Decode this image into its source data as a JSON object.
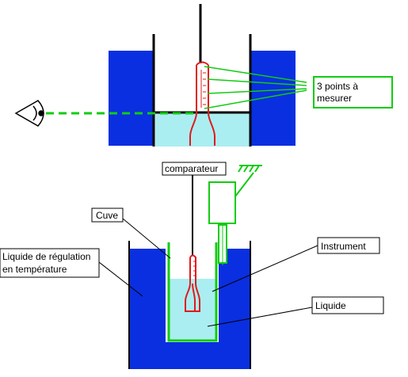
{
  "labels": {
    "points": [
      "3 points à",
      "mesurer"
    ],
    "comparateur": "comparateur",
    "cuve": "Cuve",
    "regulation": [
      "Liquide de régulation",
      "en température"
    ],
    "instrument": "Instrument",
    "liquide": "Liquide"
  },
  "colors": {
    "bath_blue": "#0a2fe0",
    "liquid_cyan": "#aaeef2",
    "thermo_red": "#e11a1a",
    "guide_green": "#11cc11",
    "ink": "#000000"
  },
  "icons": [
    "eye-icon",
    "ground-symbol-icon"
  ]
}
